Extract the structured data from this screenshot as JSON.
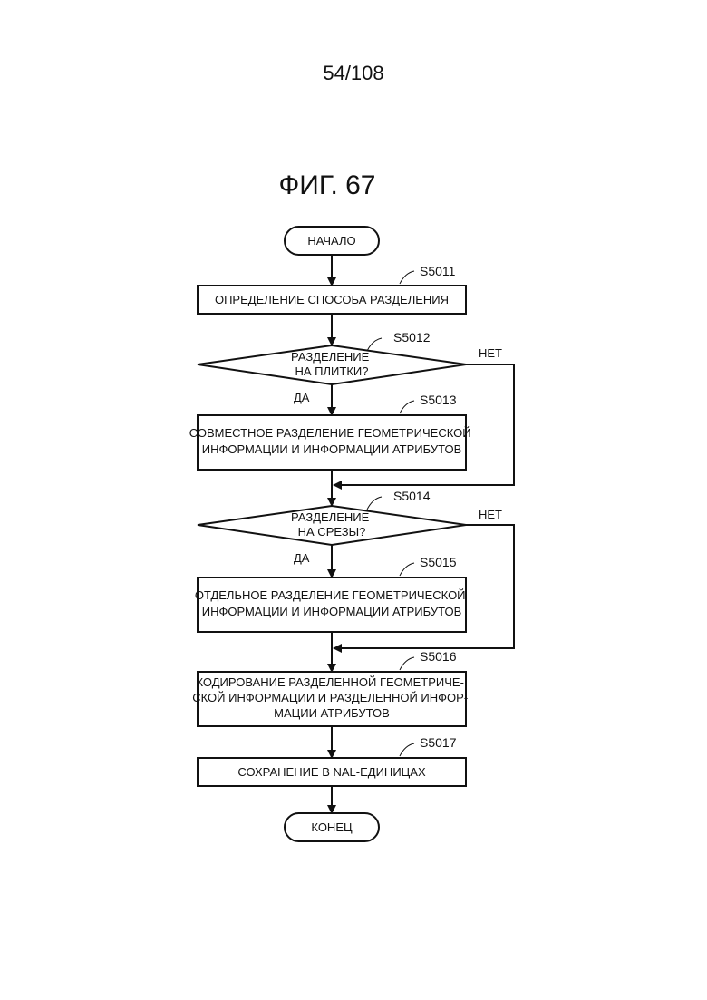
{
  "page_number": "54/108",
  "figure_title": "ФИГ. 67",
  "flowchart": {
    "start": "НАЧАЛО",
    "end": "КОНЕЦ",
    "yes_label": "ДА",
    "no_label": "НЕТ",
    "steps": {
      "s5011": {
        "id": "S5011",
        "lines": [
          "ОПРЕДЕЛЕНИЕ СПОСОБА РАЗДЕЛЕНИЯ"
        ]
      },
      "s5012": {
        "id": "S5012",
        "lines": [
          "РАЗДЕЛЕНИЕ",
          "НА ПЛИТКИ?"
        ]
      },
      "s5013": {
        "id": "S5013",
        "lines": [
          "СОВМЕСТНОЕ РАЗДЕЛЕНИЕ ГЕОМЕТРИЧЕСКОЙ",
          "ИНФОРМАЦИИ И ИНФОРМАЦИИ АТРИБУТОВ"
        ]
      },
      "s5014": {
        "id": "S5014",
        "lines": [
          "РАЗДЕЛЕНИЕ",
          "НА СРЕЗЫ?"
        ]
      },
      "s5015": {
        "id": "S5015",
        "lines": [
          "ОТДЕЛЬНОЕ РАЗДЕЛЕНИЕ ГЕОМЕТРИЧЕСКОЙ",
          "ИНФОРМАЦИИ И ИНФОРМАЦИИ АТРИБУТОВ"
        ]
      },
      "s5016": {
        "id": "S5016",
        "lines": [
          "КОДИРОВАНИЕ РАЗДЕЛЕННОЙ ГЕОМЕТРИЧЕ-",
          "СКОЙ ИНФОРМАЦИИ И РАЗДЕЛЕННОЙ ИНФОР-",
          "МАЦИИ АТРИБУТОВ"
        ]
      },
      "s5017": {
        "id": "S5017",
        "lines": [
          "СОХРАНЕНИЕ В NAL-ЕДИНИЦАХ"
        ]
      }
    }
  }
}
